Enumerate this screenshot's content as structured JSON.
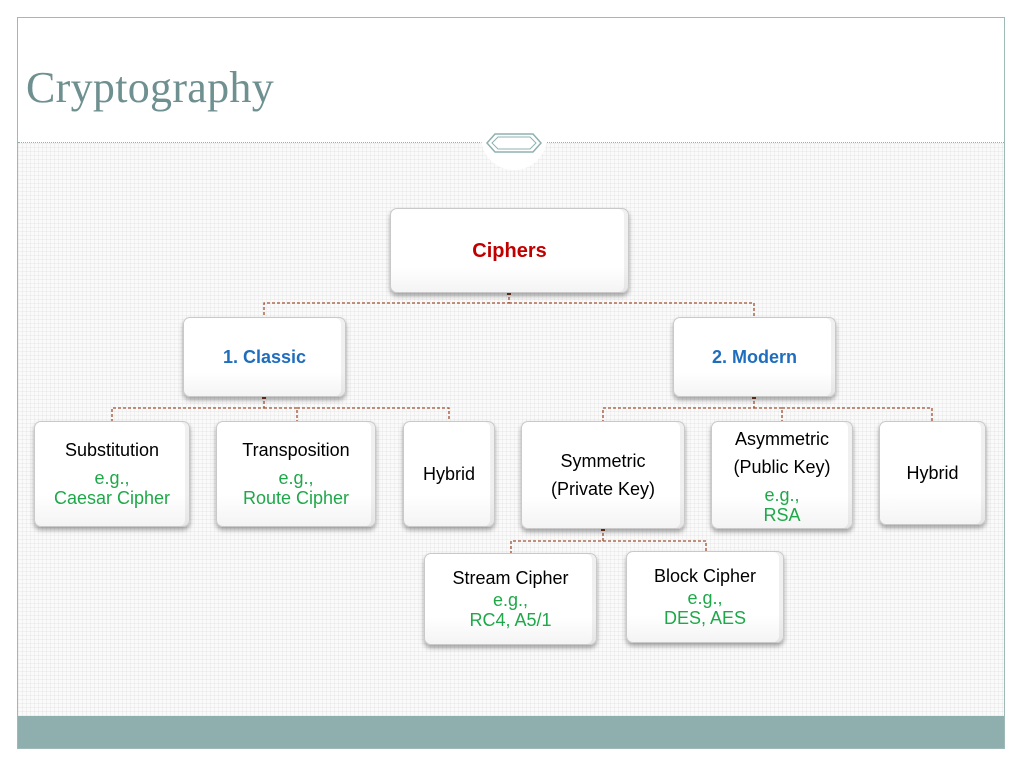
{
  "slide": {
    "title": "Cryptography"
  },
  "colors": {
    "title": "#6f9090",
    "footer_band": "#8faeae",
    "root_text": "#c00000",
    "category_text": "#1f6dbd",
    "example_text": "#1fa84a",
    "connector": "#a05030"
  },
  "diagram": {
    "root": {
      "label": "Ciphers"
    },
    "classic": {
      "label": "1. Classic",
      "substitution": {
        "label": "Substitution",
        "example_prefix": "e.g.,",
        "example": "Caesar Cipher"
      },
      "transposition": {
        "label": "Transposition",
        "example_prefix": "e.g.,",
        "example": "Route Cipher"
      },
      "hybrid": {
        "label": "Hybrid"
      }
    },
    "modern": {
      "label": "2. Modern",
      "symmetric": {
        "label": "Symmetric",
        "sublabel": "(Private Key)",
        "stream": {
          "label": "Stream Cipher",
          "example_prefix": "e.g.,",
          "example": "RC4, A5/1"
        },
        "block": {
          "label": "Block Cipher",
          "example_prefix": "e.g.,",
          "example": "DES, AES"
        }
      },
      "asymmetric": {
        "label": "Asymmetric",
        "sublabel": "(Public Key)",
        "example_prefix": "e.g.,",
        "example": "RSA"
      },
      "hybrid": {
        "label": "Hybrid"
      }
    }
  }
}
